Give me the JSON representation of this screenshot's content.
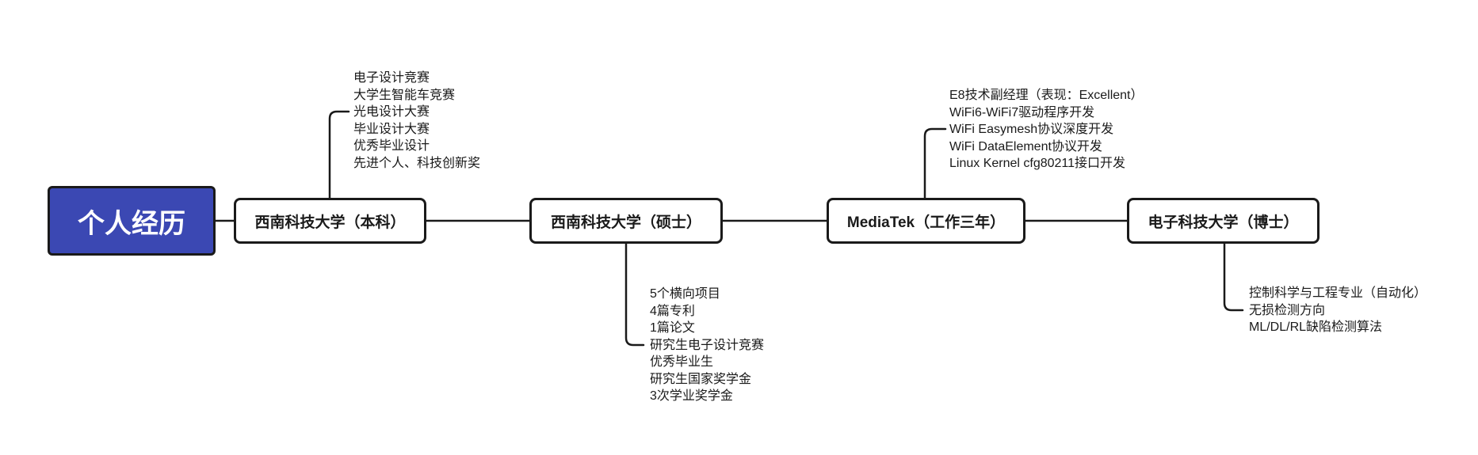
{
  "colors": {
    "root_fill": "#3b48b3",
    "line": "#1a1a1a",
    "text": "#1a1a1a"
  },
  "root": {
    "label": "个人经历"
  },
  "stages": [
    {
      "label": "西南科技大学（本科）",
      "details": [
        "电子设计竞赛",
        "大学生智能车竞赛",
        "光电设计大赛",
        "毕业设计大赛",
        "优秀毕业设计",
        "先进个人、科技创新奖"
      ]
    },
    {
      "label": "西南科技大学（硕士）",
      "details": [
        "5个横向项目",
        "4篇专利",
        "1篇论文",
        "研究生电子设计竞赛",
        "优秀毕业生",
        "研究生国家奖学金",
        "3次学业奖学金"
      ]
    },
    {
      "label": "MediaTek（工作三年）",
      "details": [
        "E8技术副经理（表现：Excellent）",
        "WiFi6-WiFi7驱动程序开发",
        "WiFi Easymesh协议深度开发",
        "WiFi DataElement协议开发",
        "Linux Kernel cfg80211接口开发"
      ]
    },
    {
      "label": "电子科技大学（博士）",
      "details": [
        "控制科学与工程专业（自动化）",
        "无损检测方向",
        "ML/DL/RL缺陷检测算法"
      ]
    }
  ]
}
